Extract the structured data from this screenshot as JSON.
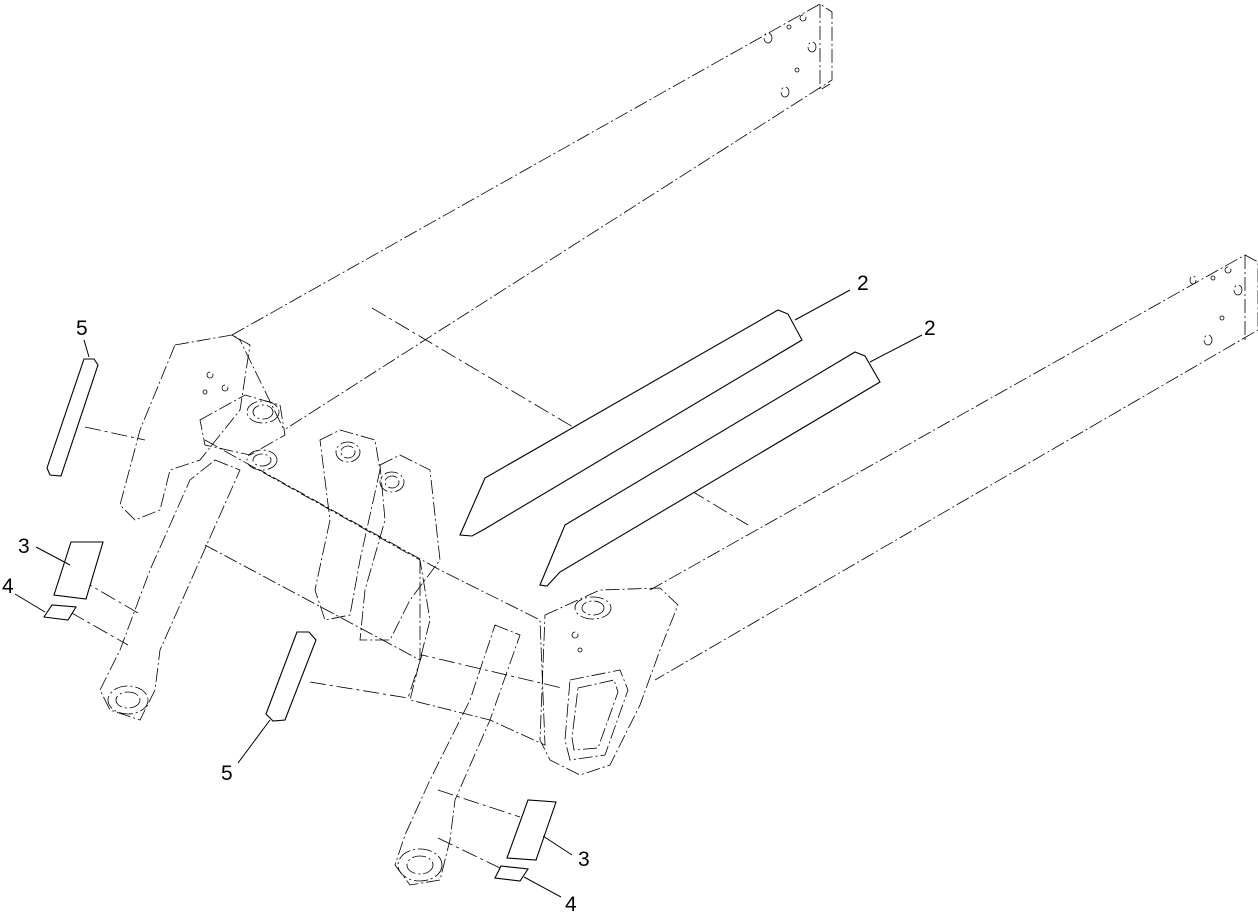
{
  "callouts": [
    {
      "id": "label-2a",
      "text": "2"
    },
    {
      "id": "label-2b",
      "text": "2"
    },
    {
      "id": "label-3a",
      "text": "3"
    },
    {
      "id": "label-3b",
      "text": "3"
    },
    {
      "id": "label-4a",
      "text": "4"
    },
    {
      "id": "label-4b",
      "text": "4"
    },
    {
      "id": "label-5a",
      "text": "5"
    },
    {
      "id": "label-5b",
      "text": "5"
    }
  ]
}
